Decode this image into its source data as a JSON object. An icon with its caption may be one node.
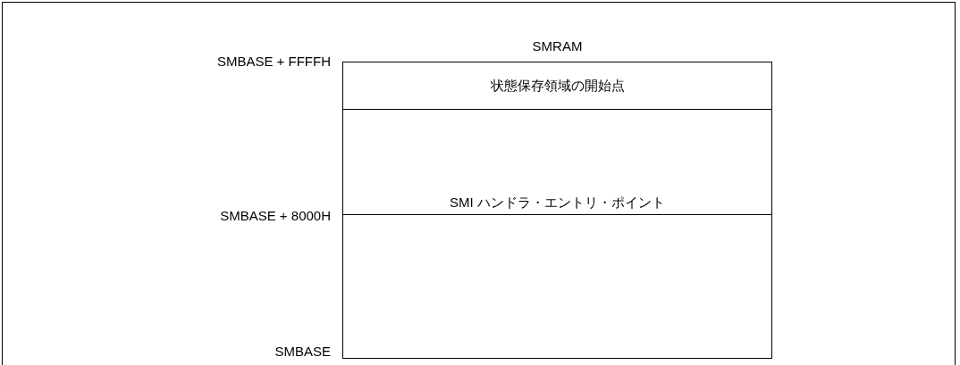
{
  "diagram": {
    "nodes": [
      {
        "text": [
          "SMRAM"
        ]
      },
      {
        "text": [
          "状態保存領域の開始点"
        ],
        "in": 0
      },
      {
        "text": [
          "SMI ハンドラ・エントリ・ポイント"
        ],
        "in": 0
      },
      {
        "text": [],
        "shape": "box",
        "in": 0
      }
    ],
    "labels": [
      "SMBASE + FFFFH",
      "SMBASE + 8000H",
      "SMBASE"
    ]
  }
}
